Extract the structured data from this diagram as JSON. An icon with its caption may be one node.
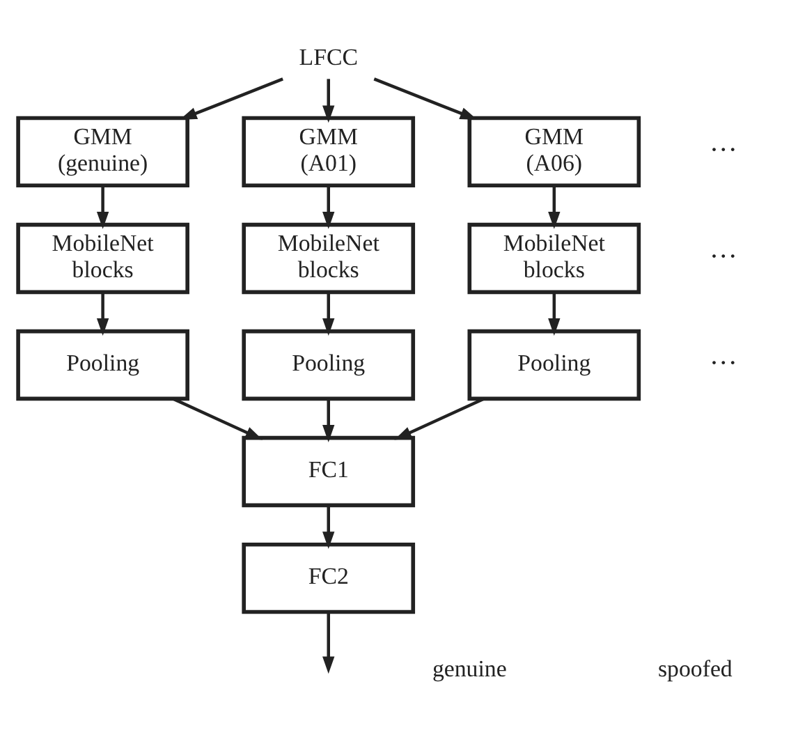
{
  "diagram": {
    "nodes": [
      {
        "text": [
          "LFCC"
        ]
      },
      {
        "text": [
          "GMM (genuine)"
        ]
      },
      {
        "text": [
          "GMM (A01)"
        ]
      },
      {
        "text": [
          "GMM (A06)"
        ]
      },
      {
        "text": [
          "MobileNet blocks"
        ]
      },
      {
        "text": [
          "MobileNet blocks"
        ]
      },
      {
        "text": [
          "MobileNet blocks"
        ]
      },
      {
        "text": [
          "Pooling"
        ]
      },
      {
        "text": [
          "Pooling"
        ]
      },
      {
        "text": [
          "Pooling"
        ]
      },
      {
        "text": [
          "FC1"
        ]
      },
      {
        "text": [
          "FC2"
        ]
      }
    ],
    "edges": [
      {
        "from": 0,
        "to": 1,
        "arrow": "to"
      },
      {
        "from": 0,
        "to": 2,
        "arrow": "to"
      },
      {
        "from": 0,
        "to": 3,
        "arrow": "to"
      },
      {
        "from": 1,
        "to": 4,
        "arrow": "to"
      },
      {
        "from": 2,
        "to": 5,
        "arrow": "to"
      },
      {
        "from": 3,
        "to": 6,
        "arrow": "to"
      },
      {
        "from": 4,
        "to": 7,
        "arrow": "to"
      },
      {
        "from": 5,
        "to": 8,
        "arrow": "to"
      },
      {
        "from": 6,
        "to": 9,
        "arrow": "to"
      },
      {
        "from": 7,
        "to": 10,
        "arrow": "to"
      },
      {
        "from": 8,
        "to": 10,
        "arrow": "to"
      },
      {
        "from": 9,
        "to": 10,
        "arrow": "to"
      },
      {
        "from": 10,
        "to": 11,
        "arrow": "to"
      },
      {
        "from": 11,
        "to": null,
        "arrow": "to"
      }
    ],
    "labels": [
      "···",
      "···",
      "···",
      "genuine",
      "spoofed"
    ]
  }
}
